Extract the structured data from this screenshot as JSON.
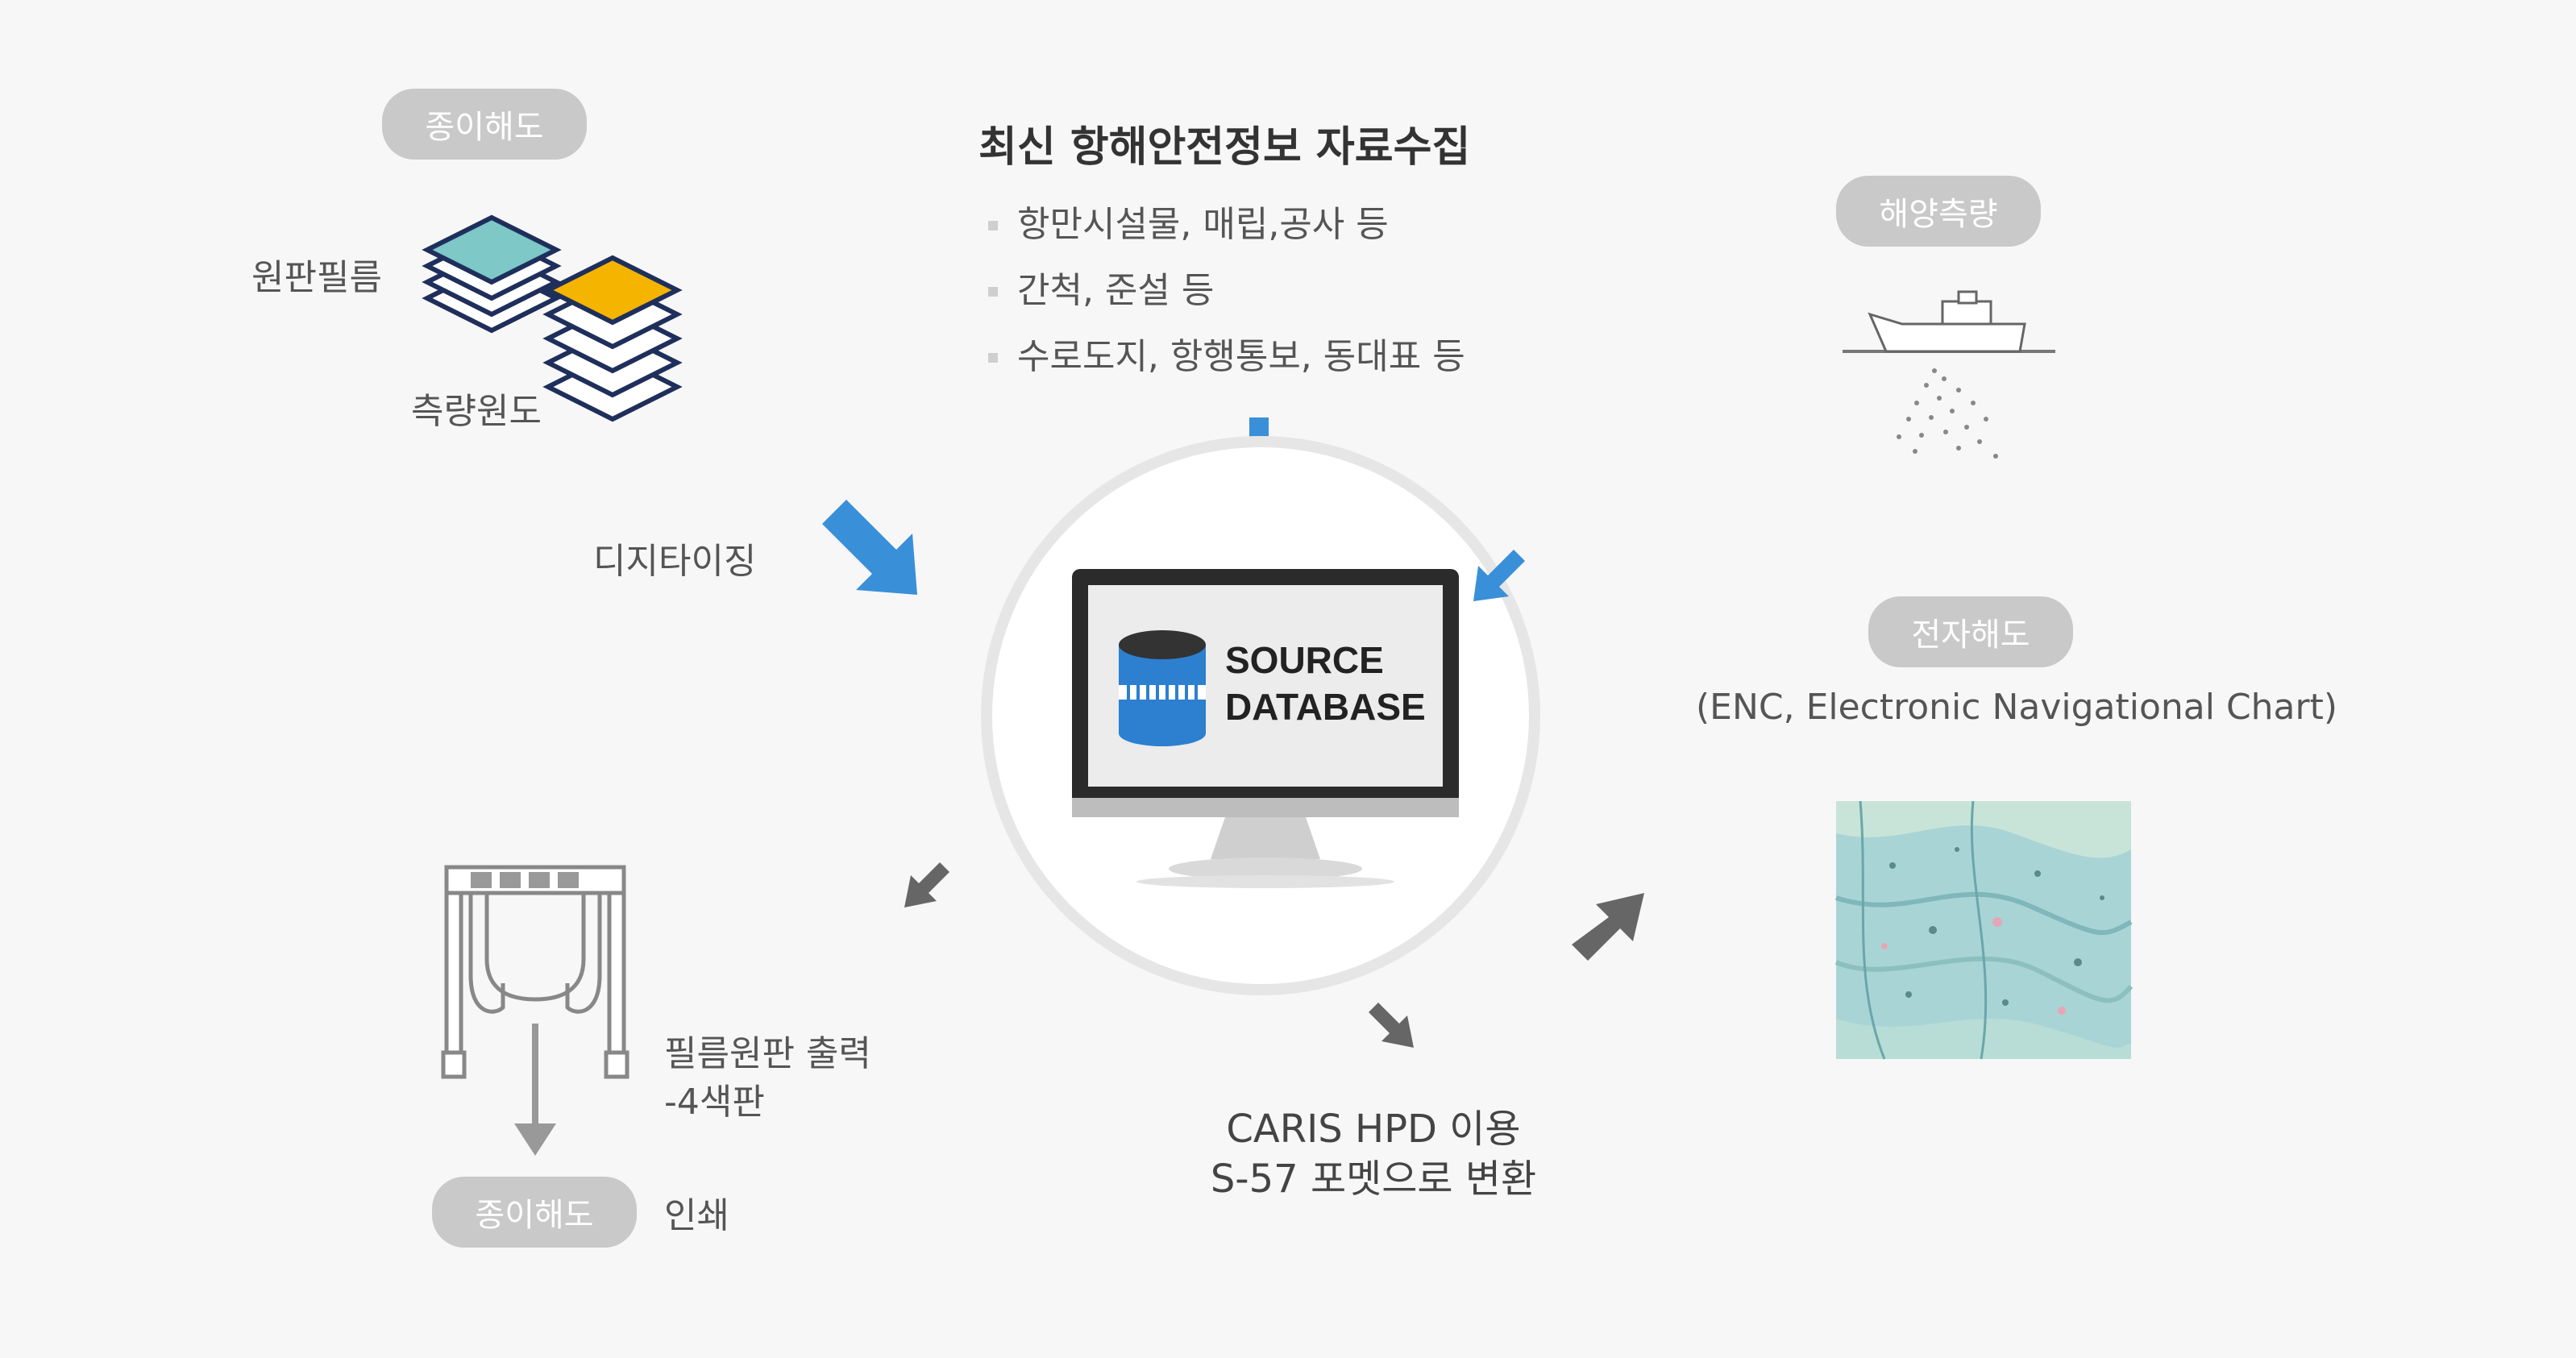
{
  "paper_chart_top": {
    "pill": "종이해도"
  },
  "layers": {
    "film_label": "원판필름",
    "survey_label": "측량원도"
  },
  "digitizing": {
    "label": "디지타이징"
  },
  "collection": {
    "title": "최신 항해안전정보 자료수집",
    "items": [
      "항만시설물, 매립,공사 등",
      "간척, 준설 등",
      "수로도지, 항행통보, 동대표 등"
    ]
  },
  "survey": {
    "pill": "해양측량"
  },
  "monitor": {
    "line1": "SOURCE",
    "line2": "DATABASE"
  },
  "enc": {
    "pill": "전자해도",
    "caption": "(ENC, Electronic Navigational Chart)"
  },
  "film_output": {
    "line1": "필름원판 출력",
    "line2": "-4색판"
  },
  "paper_chart_bottom": {
    "pill": "종이해도",
    "label": "인쇄"
  },
  "caris": {
    "line1": "CARIS HPD 이용",
    "line2": "S-57 포멧으로 변환"
  },
  "colors": {
    "arrow_blue": "#3a8fd9",
    "arrow_gray": "#666666",
    "layer_teal": "#7ec8c8",
    "layer_orange": "#f5b400",
    "layer_stroke": "#1f2f5c",
    "pill_bg": "#c9c9c9"
  }
}
